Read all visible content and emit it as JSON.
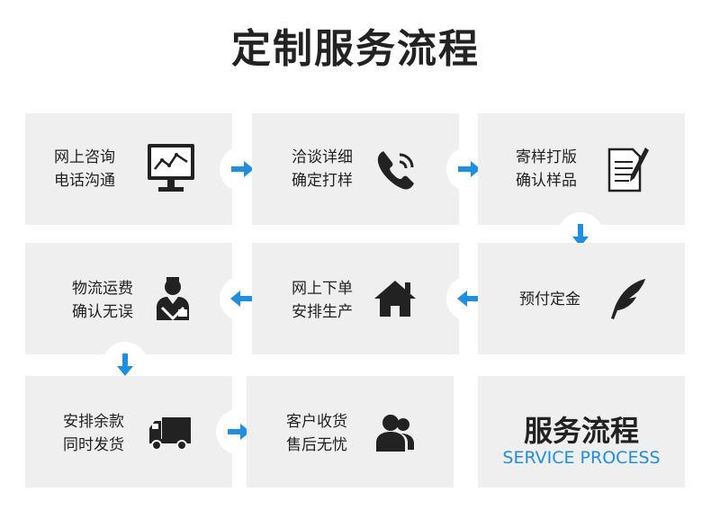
{
  "title": "定制服务流程",
  "steps": [
    {
      "line1": "网上咨询",
      "line2": "电话沟通",
      "icon": "monitor-chart-icon"
    },
    {
      "line1": "洽谈详细",
      "line2": "确定打样",
      "icon": "phone-icon"
    },
    {
      "line1": "寄样打版",
      "line2": "确认样品",
      "icon": "document-pen-icon"
    },
    {
      "line1": "预付定金",
      "line2": "",
      "icon": "quill-icon"
    },
    {
      "line1": "网上下单",
      "line2": "安排生产",
      "icon": "house-icon"
    },
    {
      "line1": "物流运费",
      "line2": "确认无误",
      "icon": "doctor-person-icon"
    },
    {
      "line1": "安排余款",
      "line2": "同时发货",
      "icon": "truck-icon"
    },
    {
      "line1": "客户收货",
      "line2": "售后无忧",
      "icon": "users-icon"
    }
  ],
  "brand": {
    "cn": "服务流程",
    "en": "SERVICE PROCESS"
  },
  "colors": {
    "accent": "#1e8fe0",
    "card": "#efefef",
    "text": "#222222"
  }
}
